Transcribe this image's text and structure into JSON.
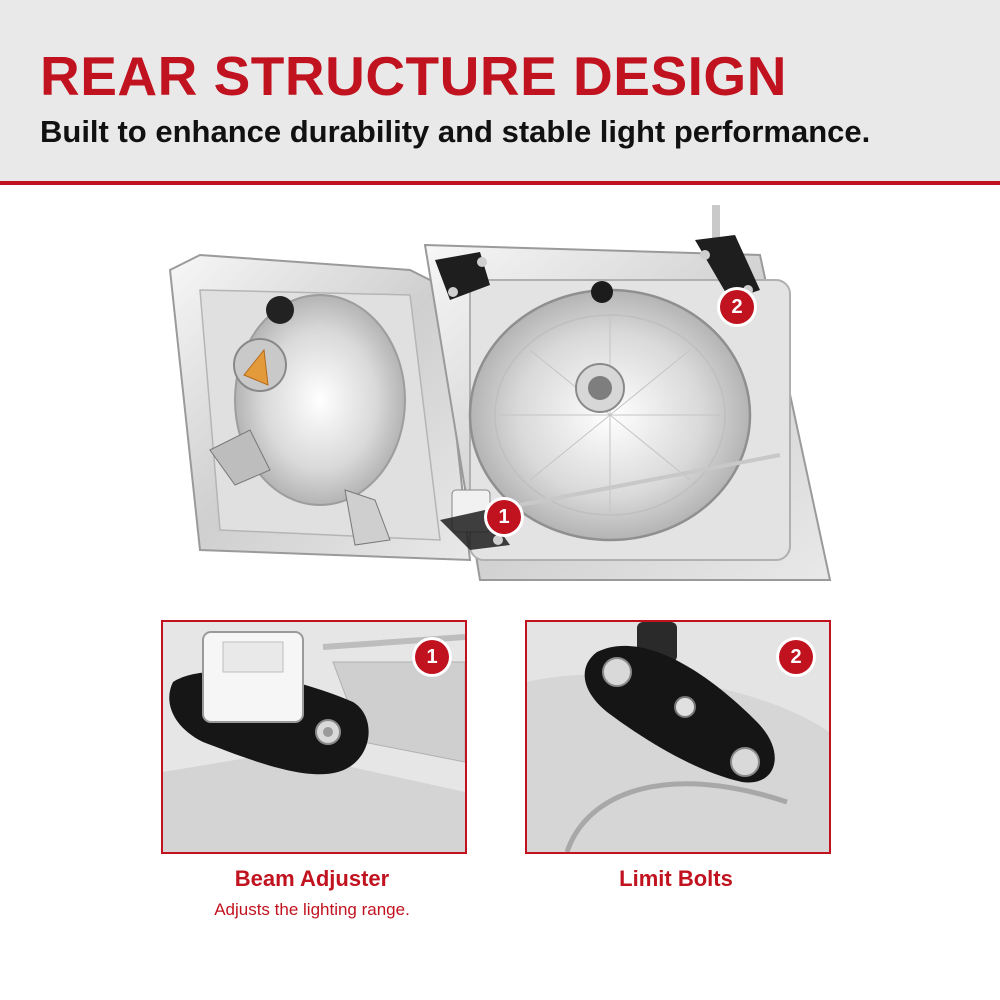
{
  "header": {
    "title": "REAR STRUCTURE DESIGN",
    "subtitle": "Built to enhance durability and stable light performance."
  },
  "hero": {
    "markers": [
      "1",
      "2"
    ]
  },
  "features": [
    {
      "number": "1",
      "title": "Beam Adjuster",
      "description": "Adjusts the lighting range."
    },
    {
      "number": "2",
      "title": "Limit Bolts"
    }
  ],
  "colors": {
    "accent": "#c1121f",
    "header_bg": "#e9e9e9",
    "text": "#111111"
  }
}
